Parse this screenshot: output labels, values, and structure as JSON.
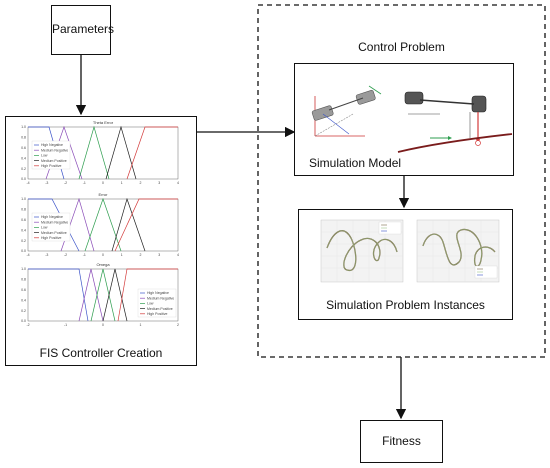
{
  "nodes": {
    "parameters": "Parameters",
    "control_problem": "Control Problem",
    "simulation_model": "Simulation Model",
    "simulation_instances": "Simulation Problem  Instances",
    "fis_creation": "FIS Controller Creation",
    "fitness": "Fitness"
  },
  "fis_plots": [
    {
      "title": "Theta Error",
      "yticks": [
        "1.0",
        "0.8",
        "0.6",
        "0.4",
        "0.2",
        "0.0"
      ],
      "xticks": [
        "-4",
        "-3",
        "-2",
        "-1",
        "0",
        "1",
        "2",
        "3",
        "4"
      ],
      "legend": [
        "High Negative",
        "Medium Negative",
        "Low",
        "Medium Positive",
        "High Positive"
      ]
    },
    {
      "title": "Error",
      "yticks": [
        "1.0",
        "0.8",
        "0.6",
        "0.4",
        "0.2",
        "0.0"
      ],
      "xticks": [
        "-4",
        "-3",
        "-2",
        "-1",
        "0",
        "1",
        "2",
        "3",
        "4"
      ],
      "legend": [
        "High Negative",
        "Medium Negative",
        "Low",
        "Medium Positive",
        "High Positive"
      ]
    },
    {
      "title": "Omega",
      "yticks": [
        "1.0",
        "0.8",
        "0.6",
        "0.4",
        "0.2",
        "0.0"
      ],
      "xticks": [
        "-2",
        "-1",
        "0",
        "1",
        "2"
      ],
      "legend": [
        "High Negative",
        "Medium Negative",
        "Low",
        "Medium Positive",
        "High Positive"
      ]
    }
  ],
  "series_colors": [
    "#3b53c9",
    "#8a4cb8",
    "#2e9e4f",
    "#222222",
    "#d33a3a"
  ]
}
